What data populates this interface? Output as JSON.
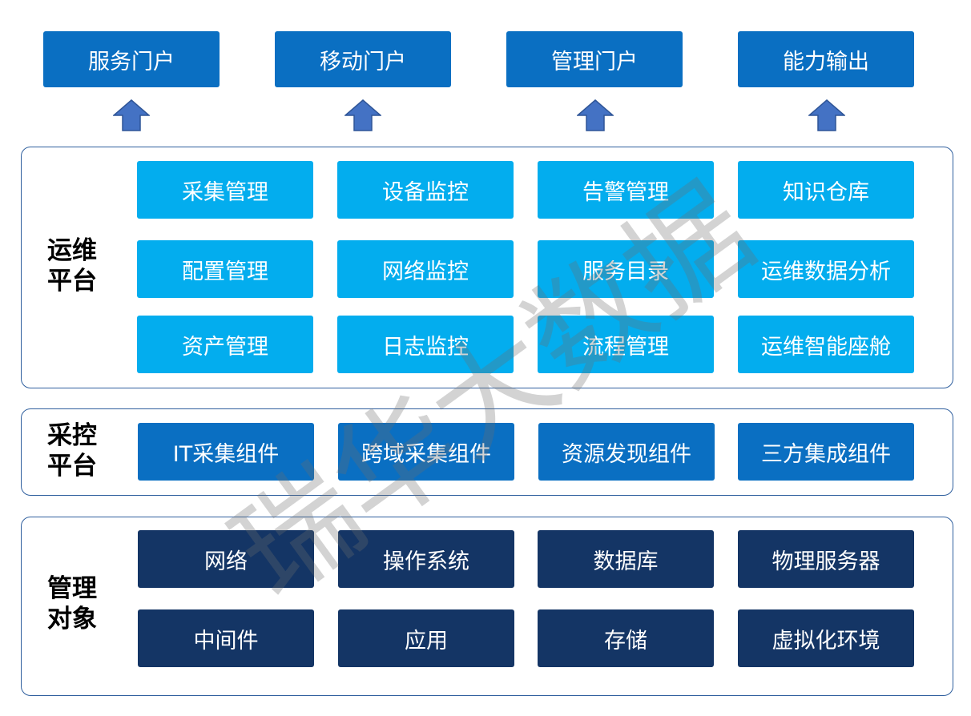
{
  "portals": [
    "服务门户",
    "移动门户",
    "管理门户",
    "能力输出"
  ],
  "ops_platform": {
    "label_line1": "运维",
    "label_line2": "平台",
    "items": [
      [
        "采集管理",
        "设备监控",
        "告警管理",
        "知识仓库"
      ],
      [
        "配置管理",
        "网络监控",
        "服务目录",
        "运维数据分析"
      ],
      [
        "资产管理",
        "日志监控",
        "流程管理",
        "运维智能座舱"
      ]
    ]
  },
  "collect_platform": {
    "label_line1": "采控",
    "label_line2": "平台",
    "items": [
      "IT采集组件",
      "跨域采集组件",
      "资源发现组件",
      "三方集成组件"
    ]
  },
  "managed_objects": {
    "label_line1": "管理",
    "label_line2": "对象",
    "items": [
      [
        "网络",
        "操作系统",
        "数据库",
        "物理服务器"
      ],
      [
        "中间件",
        "应用",
        "存储",
        "虚拟化环境"
      ]
    ]
  },
  "watermark": "瑞华大数据",
  "colors": {
    "portal": "#0a6fc2",
    "ops": "#03adee",
    "collect": "#0a6fc2",
    "objects": "#143565",
    "arrow": "#4472c4"
  }
}
